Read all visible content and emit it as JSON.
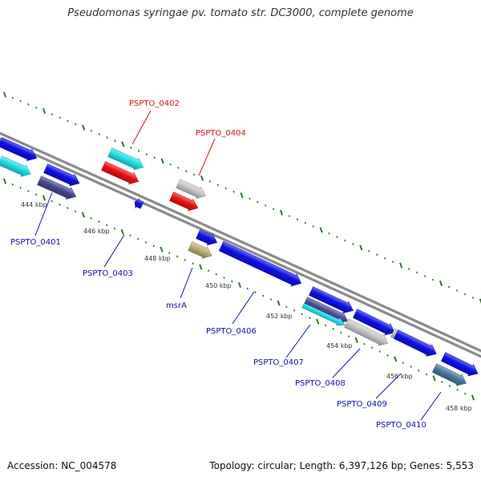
{
  "title": "Pseudomonas syringae pv. tomato str. DC3000, complete genome",
  "footer": {
    "accession": "Accession: NC_004578",
    "stats": "Topology: circular; Length: 6,397,126 bp; Genes: 5,553"
  },
  "colors": {
    "blue_gene": "#1010e8",
    "red_gene": "#f01010",
    "cyan_gene": "#20e0e8",
    "gray_gene": "#c8c8c8",
    "olive_gene": "#b8b070",
    "indigo_gene": "#484890",
    "steel_gene": "#4878a0",
    "backbone": "#8a8a8a",
    "tick": "#208020",
    "label_blue": "#1010c0",
    "label_red": "#e01010"
  },
  "tick_labels": [
    "444 kbp",
    "446 kbp",
    "448 kbp",
    "450 kbp",
    "452 kbp",
    "454 kbp",
    "456 kbp",
    "458 kbp"
  ],
  "gene_labels": [
    {
      "text": "PSPTO_0401",
      "color": "blue"
    },
    {
      "text": "PSPTO_0402",
      "color": "red"
    },
    {
      "text": "PSPTO_0403",
      "color": "blue"
    },
    {
      "text": "PSPTO_0404",
      "color": "red"
    },
    {
      "text": "msrA",
      "color": "blue"
    },
    {
      "text": "PSPTO_0406",
      "color": "blue"
    },
    {
      "text": "PSPTO_0407",
      "color": "blue"
    },
    {
      "text": "PSPTO_0408",
      "color": "blue"
    },
    {
      "text": "PSPTO_0409",
      "color": "blue"
    },
    {
      "text": "PSPTO_0410",
      "color": "blue"
    }
  ]
}
